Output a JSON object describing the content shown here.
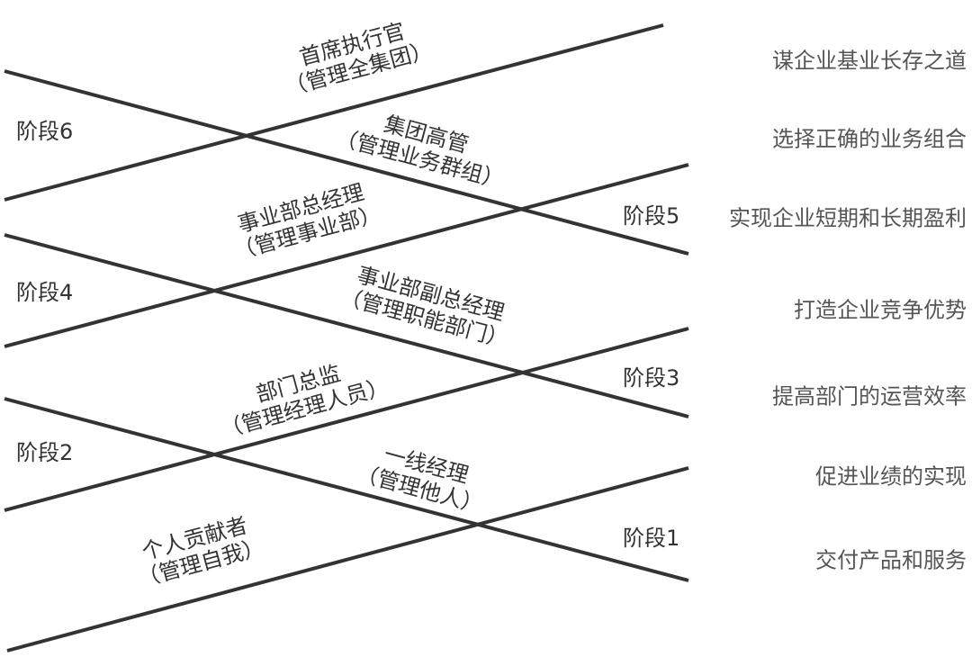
{
  "colors": {
    "line": "#333333",
    "text": "#333333",
    "goal_text": "#555555"
  },
  "roles": [
    {
      "title": "首席执行官",
      "sub": "（管理全集团）"
    },
    {
      "title": "集团高管",
      "sub": "（管理业务群组）"
    },
    {
      "title": "事业部总经理",
      "sub": "（管理事业部）"
    },
    {
      "title": "事业部副总经理",
      "sub": "（管理职能部门）"
    },
    {
      "title": "部门总监",
      "sub": "（管理经理人员）"
    },
    {
      "title": "一线经理",
      "sub": "（管理他人）"
    },
    {
      "title": "个人贡献者",
      "sub": "（管理自我）"
    }
  ],
  "stages": [
    "阶段1",
    "阶段2",
    "阶段3",
    "阶段4",
    "阶段5",
    "阶段6"
  ],
  "goals": [
    "谋企业基业长存之道",
    "选择正确的业务组合",
    "实现企业短期和长期盈利",
    "打造企业竞争优势",
    "提高部门的运营效率",
    "促进业绩的实现",
    "交付产品和服务"
  ]
}
